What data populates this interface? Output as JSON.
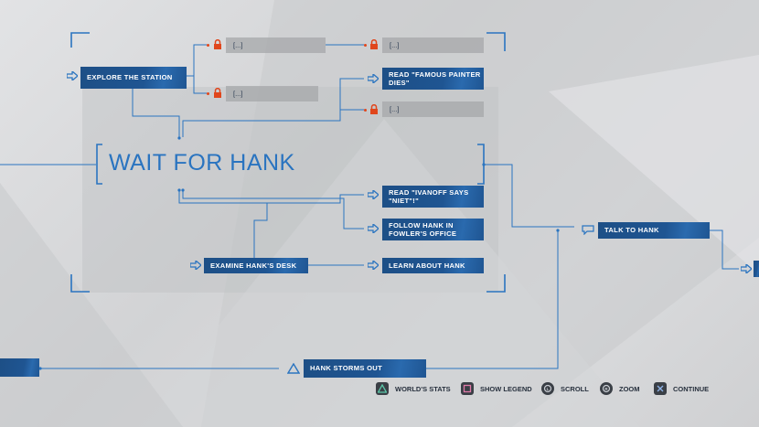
{
  "chapter_title": "WAIT FOR HANK",
  "nodes": {
    "explore_station": "EXPLORE THE STATION",
    "locked_1": "[...]",
    "locked_2": "[...]",
    "locked_3": "[...]",
    "locked_4": "[...]",
    "read_painter": "READ \"FAMOUS PAINTER DIES\"",
    "read_ivanoff": "READ \"IVANOFF SAYS \"NIET\"!\"",
    "follow_hank": "FOLLOW HANK IN FOWLER'S OFFICE",
    "examine_desk": "EXAMINE HANK'S DESK",
    "learn_about_hank": "LEARN ABOUT HANK",
    "talk_to_hank": "TALK TO HANK",
    "hank_storms_out": "HANK STORMS OUT"
  },
  "legend": {
    "worlds_stats": "WORLD'S STATS",
    "show_legend": "SHOW LEGEND",
    "scroll": "SCROLL",
    "zoom": "ZOOM",
    "continue": "CONTINUE"
  },
  "colors": {
    "node_blue": "#1f5592",
    "line_blue": "#2a74c0",
    "lock_orange": "#e0461c"
  }
}
